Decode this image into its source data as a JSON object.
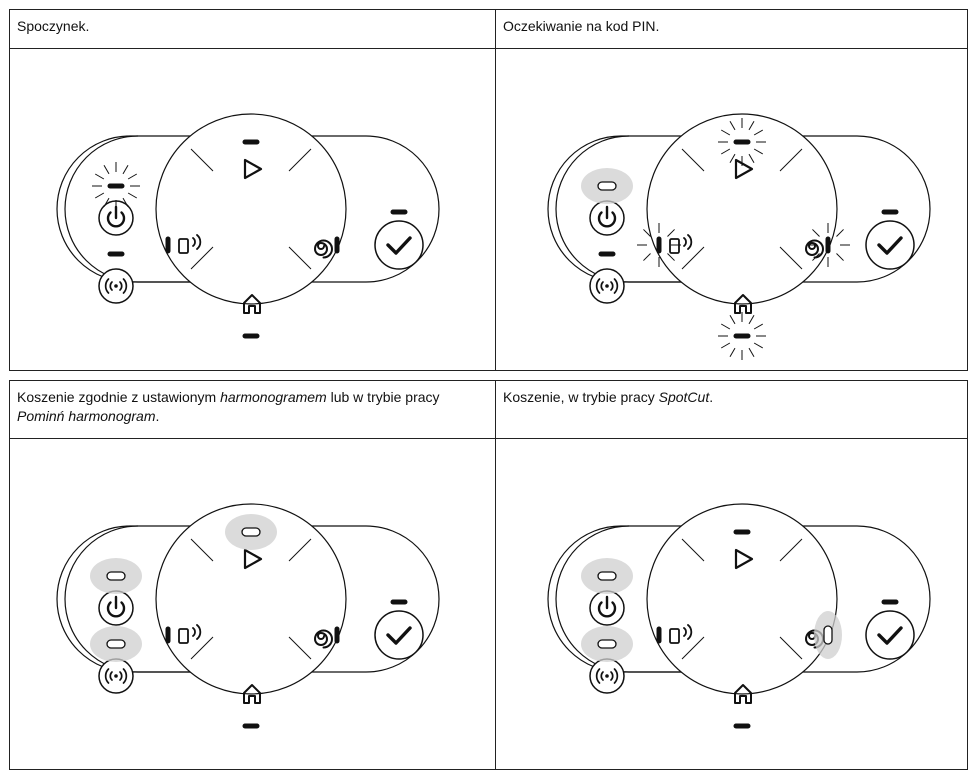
{
  "table1": {
    "left_caption": "Spoczynek.",
    "right_caption": "Oczekiwanie na kod PIN."
  },
  "table2": {
    "left_caption": {
      "p1": "Koszenie zgodnie z ustawionym ",
      "e1": "harmonogramem",
      "p2": " lub w trybie pracy ",
      "e2": "Pominń harmonogram",
      "p3": "."
    },
    "right_caption": {
      "p1": "Koszenie, w trybie pracy ",
      "e1": "SpotCut",
      "p2": "."
    }
  },
  "panels": [
    {
      "state": "Spoczynek.",
      "leds": {
        "power": "blinking",
        "connectivity": "off",
        "start": "off",
        "phone": "off",
        "spiral": "off",
        "home": "off",
        "confirm": "off"
      }
    },
    {
      "state": "Oczekiwanie na kod PIN.",
      "leds": {
        "power": "on",
        "connectivity": "off",
        "start": "blinking",
        "phone": "blinking",
        "spiral": "blinking",
        "home": "blinking",
        "confirm": "off"
      }
    },
    {
      "state": "harmonogram",
      "leds": {
        "power": "on",
        "connectivity": "on",
        "start": "on",
        "phone": "off",
        "spiral": "off",
        "home": "off",
        "confirm": "off"
      }
    },
    {
      "state": "SpotCut",
      "leds": {
        "power": "on",
        "connectivity": "on",
        "start": "off",
        "phone": "off",
        "spiral": "on",
        "home": "off",
        "confirm": "off"
      }
    }
  ],
  "icons": [
    "power-icon",
    "wifi-icon",
    "play-icon",
    "phone-connect-icon",
    "spiral-icon",
    "home-icon",
    "check-icon"
  ],
  "colors": {
    "line": "#111111",
    "glow": "#cfcfcf",
    "background": "#ffffff"
  }
}
